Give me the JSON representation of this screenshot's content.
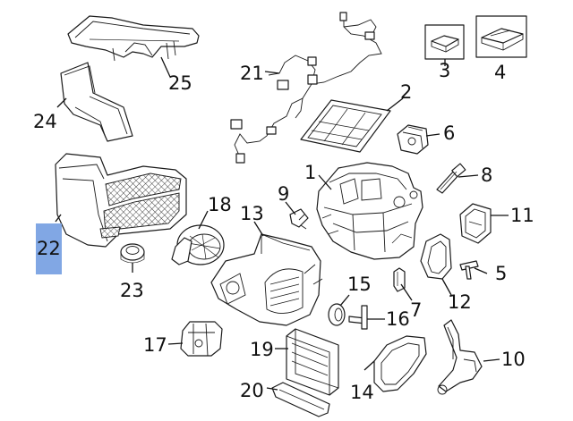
{
  "diagram": {
    "highlight_color": "#7aa2e3",
    "callouts": [
      {
        "id": "1",
        "text": "1"
      },
      {
        "id": "2",
        "text": "2"
      },
      {
        "id": "3",
        "text": "3"
      },
      {
        "id": "4",
        "text": "4"
      },
      {
        "id": "5",
        "text": "5"
      },
      {
        "id": "6",
        "text": "6"
      },
      {
        "id": "7",
        "text": "7"
      },
      {
        "id": "8",
        "text": "8"
      },
      {
        "id": "9",
        "text": "9"
      },
      {
        "id": "10",
        "text": "10"
      },
      {
        "id": "11",
        "text": "11"
      },
      {
        "id": "12",
        "text": "12"
      },
      {
        "id": "13",
        "text": "13"
      },
      {
        "id": "14",
        "text": "14"
      },
      {
        "id": "15",
        "text": "15"
      },
      {
        "id": "16",
        "text": "16"
      },
      {
        "id": "17",
        "text": "17"
      },
      {
        "id": "18",
        "text": "18"
      },
      {
        "id": "19",
        "text": "19"
      },
      {
        "id": "20",
        "text": "20"
      },
      {
        "id": "21",
        "text": "21"
      },
      {
        "id": "22",
        "text": "22"
      },
      {
        "id": "23",
        "text": "23"
      },
      {
        "id": "24",
        "text": "24"
      },
      {
        "id": "25",
        "text": "25"
      }
    ],
    "selected_callout": "22"
  }
}
